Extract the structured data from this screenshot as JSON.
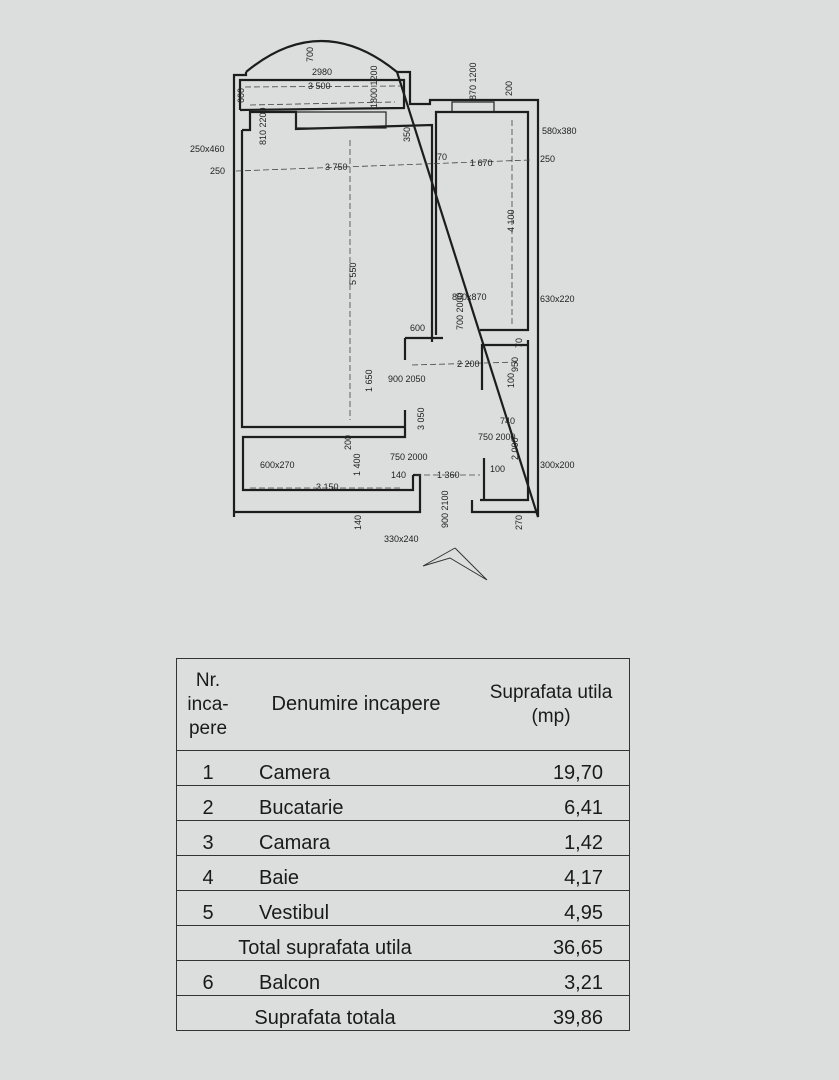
{
  "plan": {
    "dimensions": {
      "balcony_arc": "700",
      "balcony_inner": "2980",
      "balcony_outer": "3 500",
      "balcony_depth": "600",
      "window_room": "1800 1200",
      "window_kitchen": "870 1200",
      "kitchen_wall_top": "200",
      "door_balcony": "810 2200",
      "window_left": "250x460",
      "wall_left": "250",
      "room_width": "3 750",
      "wall_350": "350",
      "wall_70": "70",
      "kitchen_width": "1 670",
      "wall_right": "250",
      "window_kitchen_size": "580x380",
      "kitchen_length": "4 100",
      "room_length": "5 550",
      "door_kitchen": "800x870",
      "door_kitchen_h": "700 2000",
      "vent_kitchen": "630x220",
      "wall_600": "600",
      "wall_70b": "70",
      "hall_width": "2 200",
      "wall_950": "950",
      "wall_100": "100",
      "hall_1650": "1 650",
      "door_room": "900 2050",
      "hall_3050": "3 050",
      "bath_width": "740",
      "door_bath": "750 2000",
      "bath_length": "2 000",
      "wall_200": "200",
      "storage_1400": "1 400",
      "door_storage": "750 2000",
      "storage_vent": "600x270",
      "storage_width": "3 150",
      "wall_140": "140",
      "hall_1360": "1 360",
      "wall_100b": "100",
      "vent_bath": "300x200",
      "wall_140b": "140",
      "entry_door": "900 2100",
      "wall_270": "270",
      "vent_storage": "330x240"
    }
  },
  "table": {
    "headers": {
      "nr": "Nr. inca- pere",
      "name": "Denumire incapere",
      "area": "Suprafata utila (mp)"
    },
    "rows": [
      {
        "nr": "1",
        "name": "Camera",
        "area": "19,70"
      },
      {
        "nr": "2",
        "name": "Bucatarie",
        "area": "6,41"
      },
      {
        "nr": "3",
        "name": "Camara",
        "area": "1,42"
      },
      {
        "nr": "4",
        "name": "Baie",
        "area": "4,17"
      },
      {
        "nr": "5",
        "name": "Vestibul",
        "area": "4,95"
      }
    ],
    "total_utila": {
      "label": "Total suprafata utila",
      "area": "36,65"
    },
    "balcony": {
      "nr": "6",
      "name": "Balcon",
      "area": "3,21"
    },
    "total": {
      "label": "Suprafata totala",
      "area": "39,86"
    }
  }
}
